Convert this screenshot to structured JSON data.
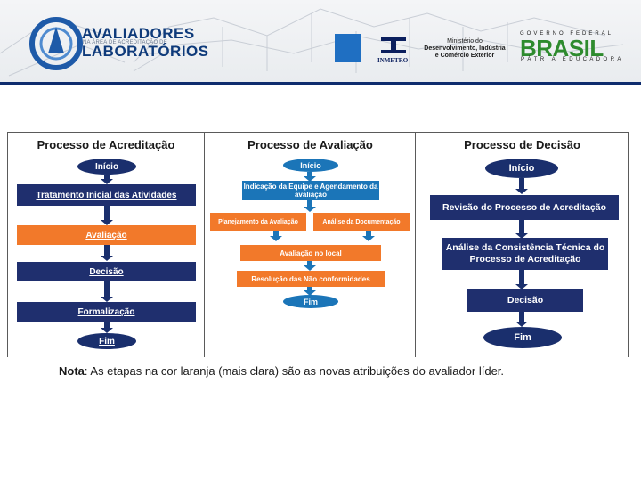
{
  "header": {
    "logo_line1": "AVALIADORES",
    "logo_subtitle": "NA ÁREA DE ACREDITAÇÃO DE",
    "logo_line2": "LABORATÓRIOS",
    "inmetro_label": "INMETRO",
    "ministry_line1": "Ministério do",
    "ministry_line2": "Desenvolvimento, Indústria",
    "ministry_line3": "e Comércio Exterior",
    "gov_top": "GOVERNO FEDERAL",
    "brasil": "BRASIL",
    "gov_bottom": "PÁTRIA EDUCADORA",
    "colors": {
      "rule": "#0f2c6e",
      "brand_blue": "#0e3a7a"
    }
  },
  "columns": [
    {
      "title": "Processo de Acreditação",
      "nodes": [
        "Início",
        "Tratamento Inicial das Atividades",
        "Avaliação",
        "Decisão",
        "Formalização",
        "Fim"
      ]
    },
    {
      "title": "Processo de Avaliação",
      "nodes": [
        "Início",
        "Indicação da Equipe e Agendamento da avaliação",
        "Planejamento da Avaliação",
        "Análise da Documentação",
        "Avaliação no local",
        "Resolução das Não conformidades",
        "Fim"
      ]
    },
    {
      "title": "Processo de Decisão",
      "nodes": [
        "Início",
        "Revisão do Processo de Acreditação",
        "Análise da Consistência Técnica do Processo de Acreditação",
        "Decisão",
        "Fim"
      ]
    }
  ],
  "note": {
    "label": "Nota",
    "text": ": As etapas na cor laranja (mais clara) são as novas atribuições do avaliador líder."
  },
  "colors": {
    "navy": "#1f2f6e",
    "orange": "#f2792a",
    "blue": "#1b75b8"
  }
}
